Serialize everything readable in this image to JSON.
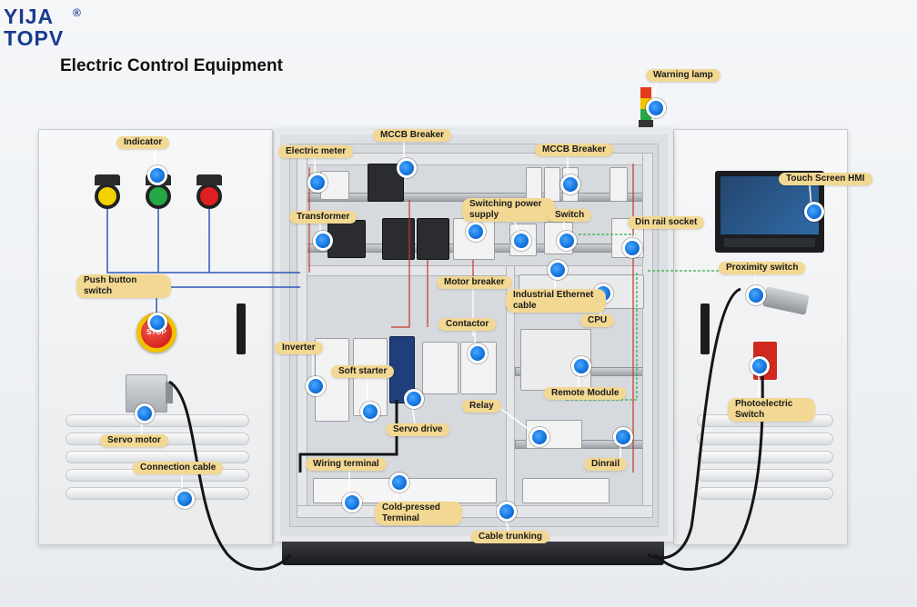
{
  "brand": {
    "line1": "YIJA",
    "line2": "TOPV",
    "reg": "®"
  },
  "title": "Electric Control Equipment",
  "labels": {
    "indicator": "Indicator",
    "push_button_switch": "Push button switch",
    "servo_motor": "Servo motor",
    "connection_cable": "Connection cable",
    "electric_meter": "Electric meter",
    "mccb_breaker_left": "MCCB Breaker",
    "mccb_breaker_right": "MCCB Breaker",
    "transformer": "Transformer",
    "switching_power_supply": "Switching power supply",
    "switch": "Switch",
    "din_rail_socket": "Din rail socket",
    "motor_breaker": "Motor breaker",
    "industrial_ethernet_cable": "Industrial Ethernet cable",
    "cpu": "CPU",
    "contactor": "Contactor",
    "inverter": "Inverter",
    "soft_starter": "Soft starter",
    "servo_drive": "Servo drive",
    "remote_module": "Remote Module",
    "relay": "Relay",
    "dinrail": "Dinrail",
    "wiring_terminal": "Wiring terminal",
    "cold_pressed_terminal": "Cold-pressed Terminal",
    "cable_trunking": "Cable trunking",
    "warning_lamp": "Warning lamp",
    "touch_screen_hmi": "Touch Screen HMI",
    "proximity_switch": "Proximity switch",
    "photoelectric_switch": "Photoelectric Switch"
  },
  "stop_button": "STOP",
  "colors": {
    "label_bg": "#f2d892",
    "pointer": "#1677e0",
    "lamp_yellow": "#f2d200",
    "lamp_green": "#22a845",
    "lamp_red": "#e02020",
    "brand": "#1a3b8f"
  },
  "icons": [
    "pointer-dot-icon",
    "lamp-icon",
    "stop-button-icon",
    "hmi-screen-icon"
  ]
}
